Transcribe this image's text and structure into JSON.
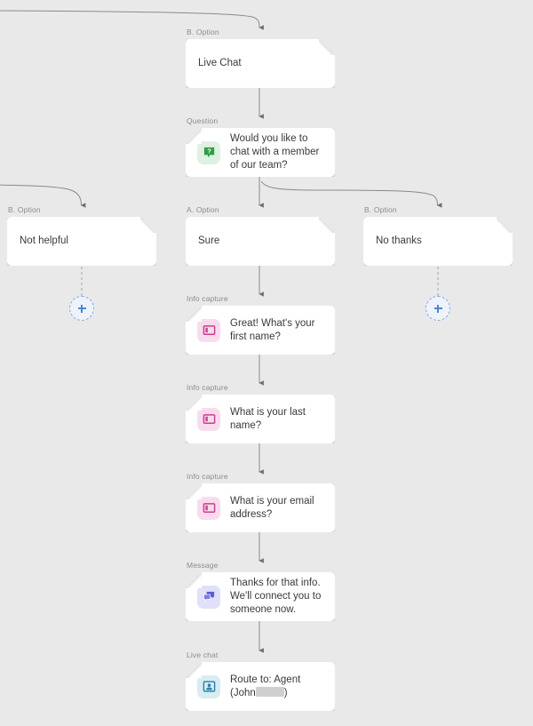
{
  "canvas": {
    "background": "#e9e9e9",
    "label_color": "#8c8c8c",
    "text_color": "#3a3a3a",
    "edge_color": "#8a8a8a",
    "accent_blue": "#4b86d8"
  },
  "nodes": {
    "live_chat_option": {
      "label": "B. Option",
      "text": "Live Chat",
      "type": "option"
    },
    "question": {
      "label": "Question",
      "text": "Would you like to chat with a member of our team?",
      "icon": "question-bubble-icon",
      "icon_color": "#2f9e44",
      "tile_color": "#dff1e2"
    },
    "option_not_helpful": {
      "label": "B. Option",
      "text": "Not helpful",
      "type": "option"
    },
    "option_sure": {
      "label": "A. Option",
      "text": "Sure",
      "type": "option"
    },
    "option_no_thanks": {
      "label": "B. Option",
      "text": "No thanks",
      "type": "option"
    },
    "info_first_name": {
      "label": "Info capture",
      "text": "Great! What's your first name?",
      "icon": "form-capture-icon",
      "icon_color": "#cc3f8e",
      "tile_color": "#f8dced"
    },
    "info_last_name": {
      "label": "Info capture",
      "text": "What is your last name?",
      "icon": "form-capture-icon",
      "icon_color": "#cc3f8e",
      "tile_color": "#f8dced"
    },
    "info_email": {
      "label": "Info capture",
      "text": "What is your email address?",
      "icon": "form-capture-icon",
      "icon_color": "#cc3f8e",
      "tile_color": "#f8dced"
    },
    "message_thanks": {
      "label": "Message",
      "text": "Thanks for that info. We'll connect you to someone now.",
      "icon": "chat-bubbles-icon",
      "icon_color": "#5b5bd6",
      "tile_color": "#e0e0f8"
    },
    "live_chat_route": {
      "label": "Live chat",
      "text_before": "Route to: Agent (John",
      "text_after": ")",
      "redacted": true,
      "icon": "agent-screen-icon",
      "icon_color": "#2a7fa8",
      "tile_color": "#d8ecf2"
    }
  },
  "add_buttons": {
    "left": {
      "name": "add-step-button-left",
      "glyph": "+"
    },
    "right": {
      "name": "add-step-button-right",
      "glyph": "+"
    }
  }
}
